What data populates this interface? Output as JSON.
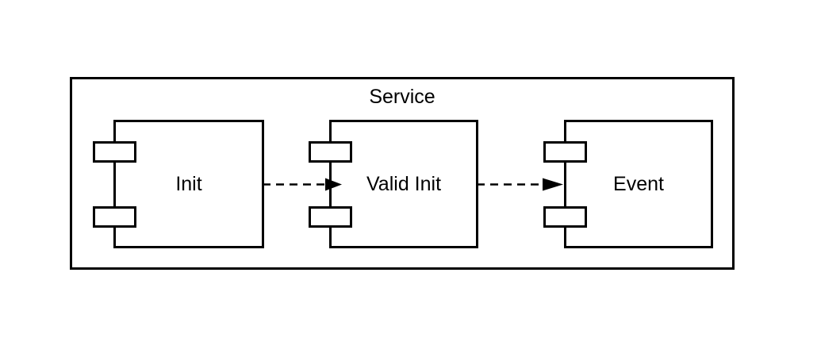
{
  "diagram": {
    "title": "Service",
    "components": [
      {
        "id": "init",
        "label": "Init",
        "ports": 2
      },
      {
        "id": "valid-init",
        "label": "Valid Init",
        "ports": 2
      },
      {
        "id": "event",
        "label": "Event",
        "ports": 2
      }
    ],
    "connections": [
      {
        "from": "Init",
        "to": "Valid Init",
        "style": "dashed",
        "arrowhead": "filled-triangle"
      },
      {
        "from": "Valid Init",
        "to": "Event",
        "style": "dashed",
        "arrowhead": "filled-triangle"
      }
    ],
    "colors": {
      "stroke": "#000000",
      "fill": "#ffffff",
      "canvas": "#ffffff"
    }
  }
}
